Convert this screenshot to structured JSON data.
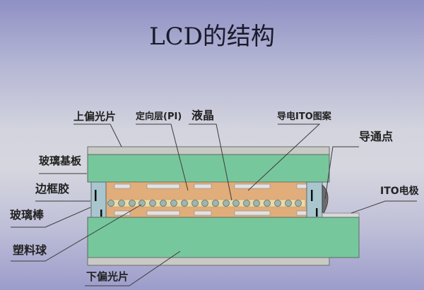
{
  "title": "LCD的结构",
  "labels": {
    "upper_polarizer": "上偏光片",
    "alignment_layer": "定向层(PI)",
    "liquid_crystal": "液晶",
    "ito_pattern": "导电ITO图案",
    "conductive_point": "导通点",
    "glass_substrate": "玻璃基板",
    "frame_sealant": "边框胶",
    "glass_rod": "玻璃棒",
    "plastic_ball": "塑料球",
    "ito_electrode": "ITO电极",
    "lower_polarizer": "下偏光片"
  },
  "colors": {
    "polarizer": "#c9c9c6",
    "glass": "#77c79d",
    "liquid_crystal": "#e1ad7b",
    "ito_pattern": "#e0e2e4",
    "sealant": "#a9c6cf",
    "spacer_band": "#ecd9a6",
    "spacer_ball": "#9fb5ad",
    "leader_line": "#333333"
  }
}
